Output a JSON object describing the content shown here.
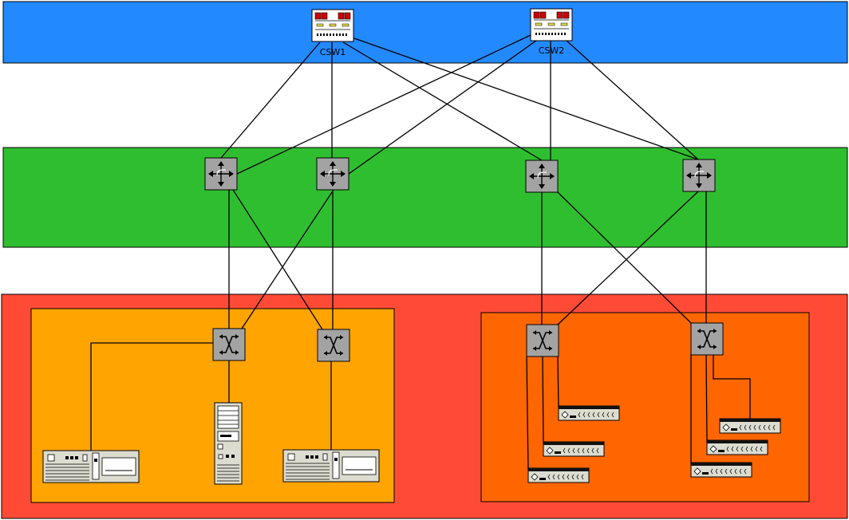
{
  "layers": [
    {
      "id": "core",
      "color": "#2389ff"
    },
    {
      "id": "distribution",
      "color": "#2fbe2f"
    },
    {
      "id": "access",
      "color": "#ff4b36"
    }
  ],
  "pods": [
    {
      "id": "pod-left",
      "color": "#ffa400"
    },
    {
      "id": "pod-right",
      "color": "#ff6600"
    }
  ],
  "core_switches": [
    {
      "id": "csw1",
      "label": "CSW1"
    },
    {
      "id": "csw2",
      "label": "CSW2"
    }
  ],
  "routers": [
    {
      "id": "r1",
      "icon": "router-icon"
    },
    {
      "id": "r2",
      "icon": "router-icon"
    },
    {
      "id": "r3",
      "icon": "router-icon"
    },
    {
      "id": "r4",
      "icon": "router-icon"
    }
  ],
  "access_switches": [
    {
      "id": "a1",
      "icon": "switch-icon"
    },
    {
      "id": "a2",
      "icon": "switch-icon"
    },
    {
      "id": "a3",
      "icon": "switch-icon"
    },
    {
      "id": "a4",
      "icon": "switch-icon"
    }
  ],
  "servers": [
    {
      "id": "s1",
      "icon": "desktop-server-icon"
    },
    {
      "id": "s2",
      "icon": "tower-server-icon"
    },
    {
      "id": "s3",
      "icon": "desktop-server-icon"
    }
  ],
  "rack_units": [
    {
      "id": "u1",
      "icon": "rack-unit-icon"
    },
    {
      "id": "u2",
      "icon": "rack-unit-icon"
    },
    {
      "id": "u3",
      "icon": "rack-unit-icon"
    },
    {
      "id": "u4",
      "icon": "rack-unit-icon"
    },
    {
      "id": "u5",
      "icon": "rack-unit-icon"
    },
    {
      "id": "u6",
      "icon": "rack-unit-icon"
    }
  ],
  "colors": {
    "device_gray": "#a3a3a3",
    "device_light": "#dcdcd0",
    "core_red": "#d00000",
    "link": "#000000"
  }
}
